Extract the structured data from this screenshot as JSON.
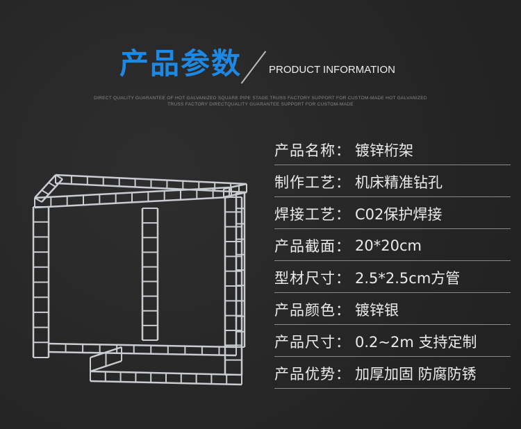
{
  "header": {
    "title_cn": "产品参数",
    "title_en": "PRODUCT INFORMATION",
    "subtitle_line1": "DIRECT QUALITY GUARANTEE OF HOT GALVANIZED SQUARE PIPE STAGE TRUSS FACTORY SUPPORT FOR CUSTOM-MADE HOT GALVANIZED",
    "subtitle_line2": "TRUSS FACTORY DIRECTQUALITY GUARANTEE SUPPORT FOR CUSTOM-MADE"
  },
  "specs": [
    {
      "label": "产品名称：",
      "value": "镀锌桁架"
    },
    {
      "label": "制作工艺：",
      "value": "机床精准钻孔"
    },
    {
      "label": "焊接工艺：",
      "value": "C02保护焊接"
    },
    {
      "label": "产品截面：",
      "value": "20*20cm"
    },
    {
      "label": "型材尺寸：",
      "value": "2.5*2.5cm方管"
    },
    {
      "label": "产品颜色：",
      "value": "镀锌银"
    },
    {
      "label": "产品尺寸：",
      "value": "0.2~2m 支持定制"
    },
    {
      "label": "产品优势：",
      "value": "加厚加固 防腐防锈"
    }
  ],
  "colors": {
    "accent": "#1e88e5",
    "background": "#262626",
    "truss": "#c9ccd0"
  }
}
